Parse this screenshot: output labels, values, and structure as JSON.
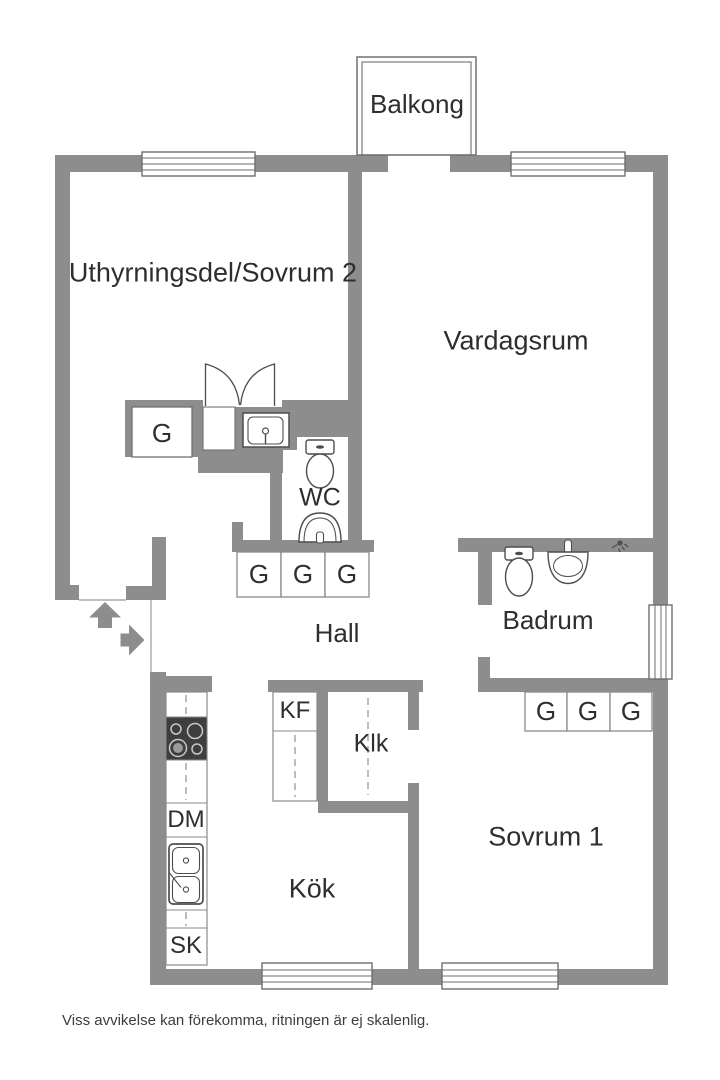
{
  "floorplan": {
    "rooms": [
      {
        "id": "balcony",
        "label": "Balkong"
      },
      {
        "id": "rental-unit-bedroom-2",
        "label": "Uthyrningsdel/Sovrum 2"
      },
      {
        "id": "living-room",
        "label": "Vardagsrum"
      },
      {
        "id": "toilet-room",
        "label": "WC"
      },
      {
        "id": "hall",
        "label": "Hall"
      },
      {
        "id": "bathroom",
        "label": "Badrum"
      },
      {
        "id": "walk-in-closet",
        "label": "Klk"
      },
      {
        "id": "bedroom-1",
        "label": "Sovrum 1"
      },
      {
        "id": "kitchen",
        "label": "Kök"
      }
    ],
    "cabinets": [
      {
        "id": "wardrobe-rental-room",
        "label": "G"
      },
      {
        "id": "wardrobe-hall-1",
        "label": "G"
      },
      {
        "id": "wardrobe-hall-2",
        "label": "G"
      },
      {
        "id": "wardrobe-hall-3",
        "label": "G"
      },
      {
        "id": "wardrobe-bedroom1-1",
        "label": "G"
      },
      {
        "id": "wardrobe-bedroom1-2",
        "label": "G"
      },
      {
        "id": "wardrobe-bedroom1-3",
        "label": "G"
      },
      {
        "id": "fridge-freezer",
        "label": "KF"
      },
      {
        "id": "dishwasher",
        "label": "DM"
      },
      {
        "id": "tall-cabinet",
        "label": "SK"
      }
    ],
    "colors": {
      "wall": "#8d8d8d",
      "fixture_outline": "#4d4d4d",
      "text": "#2e2e2e",
      "background": "#ffffff"
    },
    "disclaimer": "Viss avvikelse kan förekomma, ritningen är ej skalenlig."
  }
}
